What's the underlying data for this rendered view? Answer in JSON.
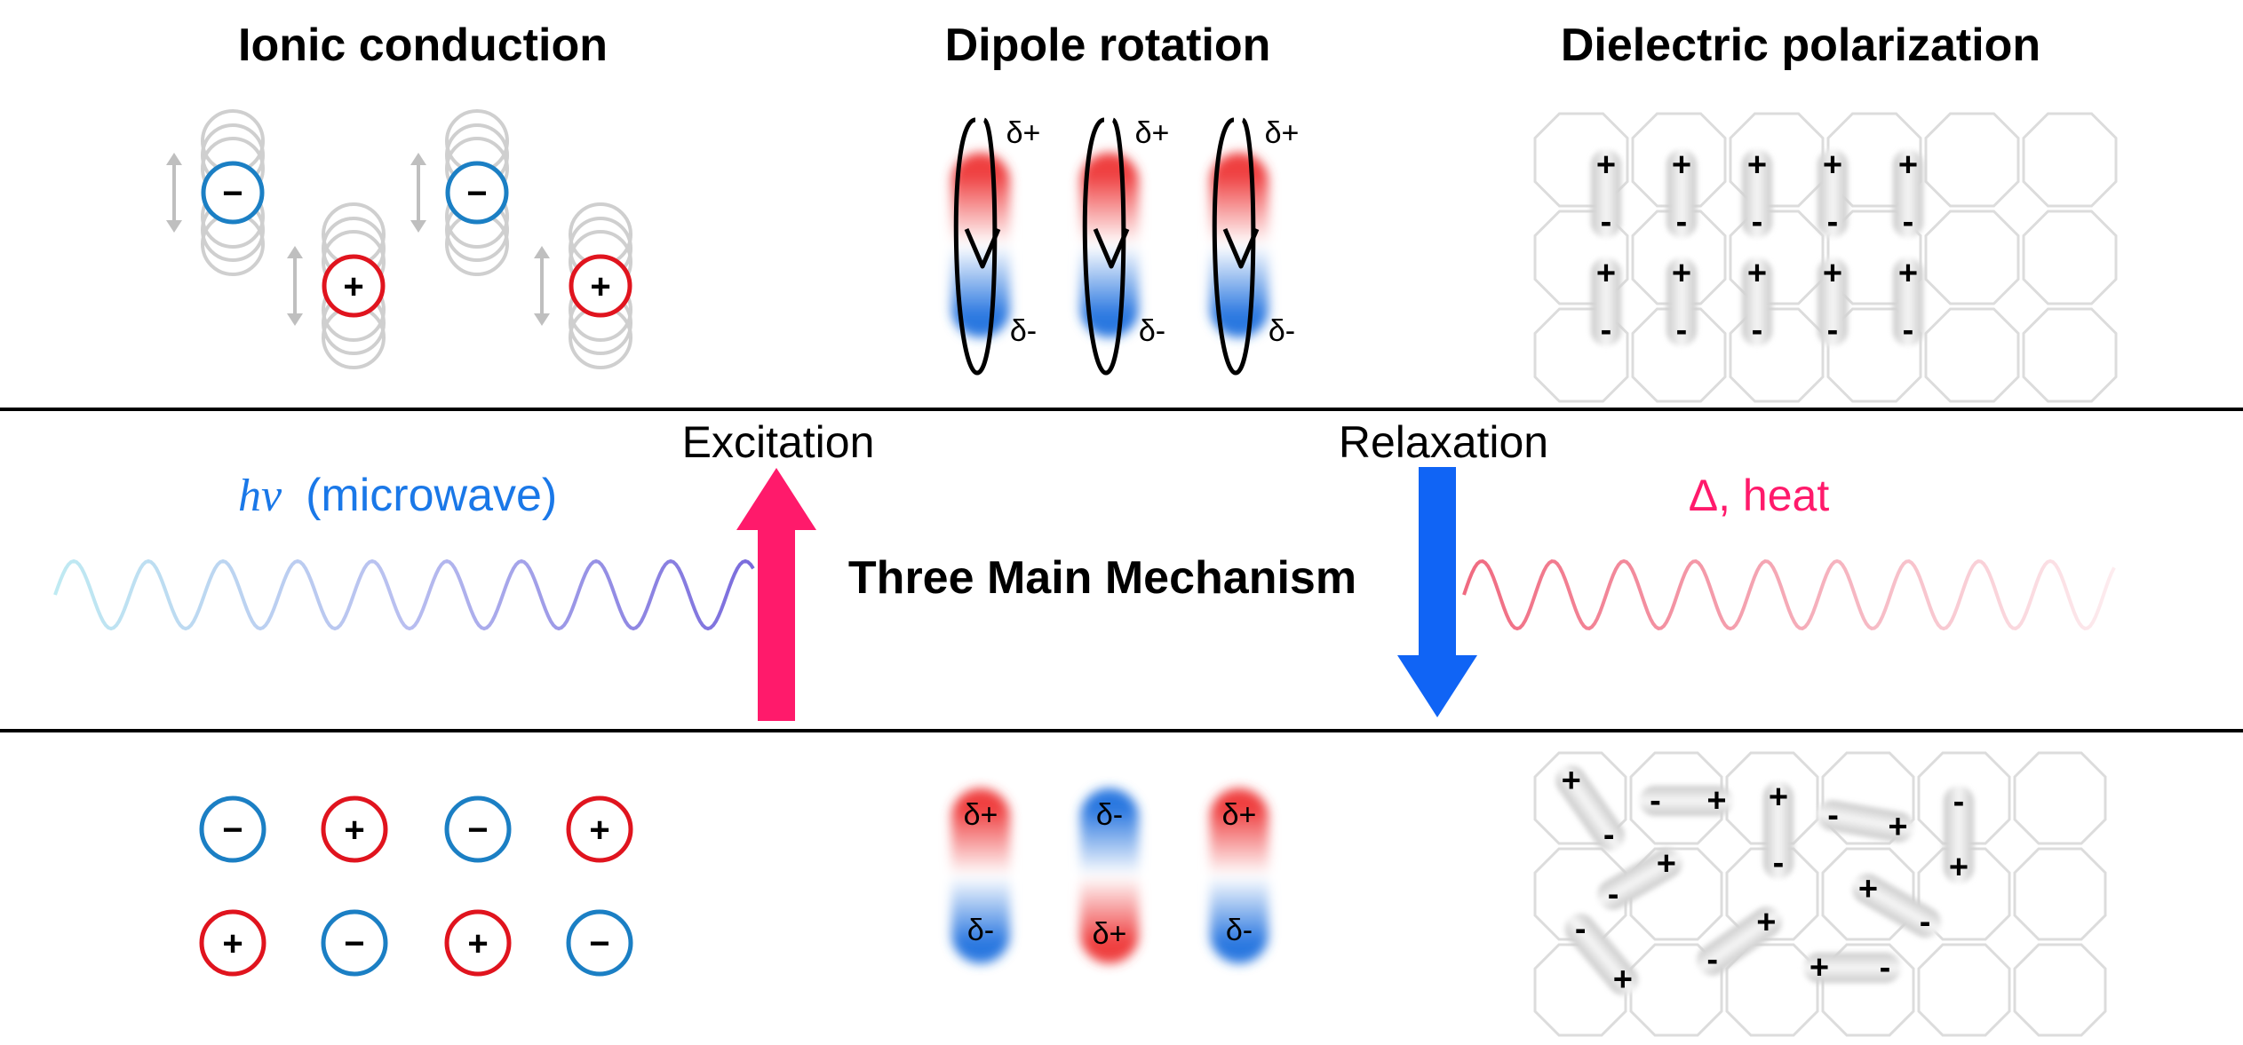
{
  "sections": {
    "ionic": "Ionic conduction",
    "dipole": "Dipole rotation",
    "dielectric": "Dielectric polarization"
  },
  "middle": {
    "excitation": "Excitation",
    "relaxation": "Relaxation",
    "center_title": "Three Main Mechanism",
    "microwave_symbol": "hν",
    "microwave_text": "(microwave)",
    "heat_label": "Δ, heat"
  },
  "symbols": {
    "plus": "+",
    "minus": "−",
    "dash": "-",
    "delta_plus": "δ+",
    "delta_minus": "δ-"
  },
  "colors": {
    "cation": "#e0141e",
    "anion": "#1b7fc4",
    "excitation_arrow": "#ff1a6b",
    "relaxation_arrow": "#1064f5",
    "microwave_text": "#1a78e8",
    "heat_text": "#ff1a6b",
    "dipole_positive": "#ef3f40",
    "dipole_negative": "#2a78e0",
    "divider": "#000000"
  }
}
